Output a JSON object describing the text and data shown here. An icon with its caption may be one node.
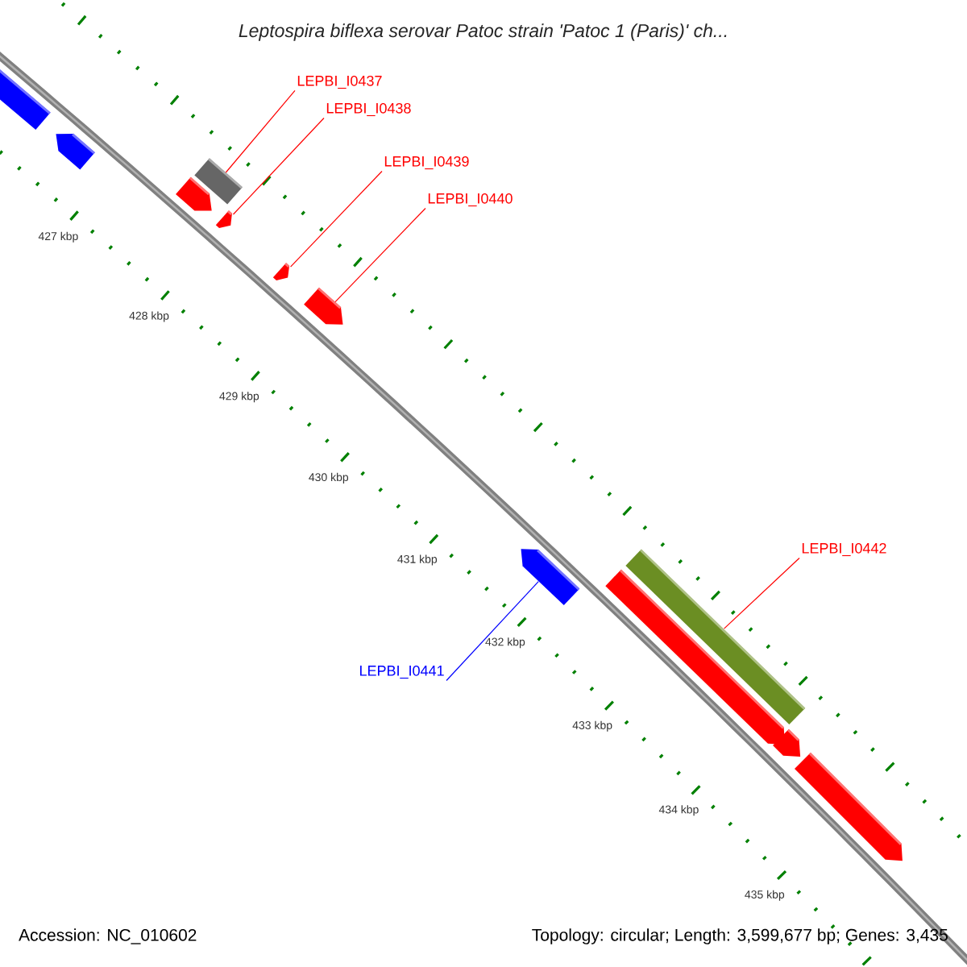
{
  "diagram": {
    "title": "Leptospira biflexa serovar Patoc strain 'Patoc 1 (Paris)' ch...",
    "nodes": [
      {
        "text": [],
        "shape": "arrow"
      },
      {
        "text": [],
        "shape": "arrow"
      },
      {
        "text": [],
        "shape": "box"
      },
      {
        "text": [],
        "shape": "arrow"
      },
      {
        "text": [],
        "shape": "arrow"
      },
      {
        "text": [],
        "shape": "arrow"
      },
      {
        "text": [],
        "shape": "arrow"
      },
      {
        "text": [],
        "shape": "arrow"
      },
      {
        "text": [],
        "shape": "box"
      },
      {
        "text": [],
        "shape": "arrow"
      },
      {
        "text": [],
        "shape": "arrow"
      },
      {
        "text": [],
        "shape": "arrow"
      },
      {
        "text": [
          "LEPBI_I0437"
        ]
      },
      {
        "text": [
          "LEPBI_I0438"
        ]
      },
      {
        "text": [
          "LEPBI_I0439"
        ]
      },
      {
        "text": [
          "LEPBI_I0440"
        ]
      },
      {
        "text": [
          "LEPBI_I0442"
        ]
      },
      {
        "text": [
          "LEPBI_I0441"
        ]
      }
    ],
    "edges": [
      {
        "from": 12,
        "to": 2,
        "arrow": "none"
      },
      {
        "from": 13,
        "to": 4,
        "arrow": "none"
      },
      {
        "from": 14,
        "to": 5,
        "arrow": "none"
      },
      {
        "from": 15,
        "to": 6,
        "arrow": "none"
      },
      {
        "from": 16,
        "to": 8,
        "arrow": "none"
      },
      {
        "from": 17,
        "to": 7,
        "arrow": "none",
        "color": "#0000ff"
      }
    ],
    "labels": [
      "427 kbp",
      "428 kbp",
      "429 kbp",
      "430 kbp",
      "431 kbp",
      "432 kbp",
      "433 kbp",
      "434 kbp",
      "435 kbp",
      "Accession: NC_010602",
      "Topology: circular; Length: 3,599,677 bp; Genes: 3,435"
    ]
  }
}
